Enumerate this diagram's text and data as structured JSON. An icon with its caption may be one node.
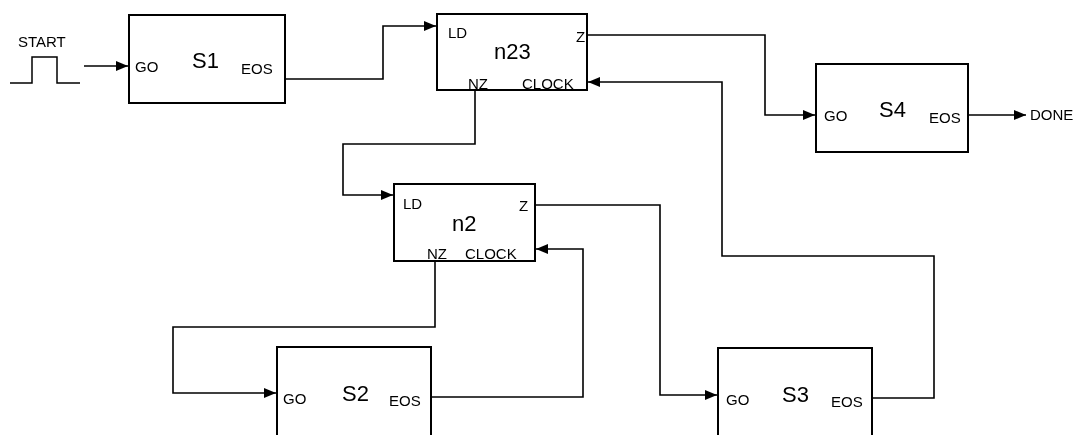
{
  "diagram": {
    "nodes": [
      {
        "text": [
          "START"
        ]
      },
      {
        "text": [
          "GO",
          "S1",
          "EOS"
        ]
      },
      {
        "text": [
          "LD",
          "n23",
          "Z",
          "NZ",
          "CLOCK"
        ]
      },
      {
        "text": [
          "GO",
          "S4",
          "EOS"
        ]
      },
      {
        "text": [
          "DONE"
        ]
      },
      {
        "text": [
          "LD",
          "n2",
          "Z",
          "NZ",
          "CLOCK"
        ]
      },
      {
        "text": [
          "GO",
          "S2",
          "EOS"
        ]
      },
      {
        "text": [
          "GO",
          "S3",
          "EOS"
        ]
      }
    ],
    "edges": [
      {
        "from": 0,
        "to": 1,
        "arrow": "to"
      },
      {
        "from": 1,
        "to": 2,
        "arrow": "to"
      },
      {
        "from": 2,
        "to": 3,
        "arrow": "to"
      },
      {
        "from": 3,
        "to": 4,
        "arrow": "to"
      },
      {
        "from": 2,
        "to": 5,
        "arrow": "to"
      },
      {
        "from": 5,
        "to": 6,
        "arrow": "to"
      },
      {
        "from": 6,
        "to": 5,
        "arrow": "to"
      },
      {
        "from": 5,
        "to": 7,
        "arrow": "to"
      },
      {
        "from": 7,
        "to": 2,
        "arrow": "to"
      }
    ]
  }
}
